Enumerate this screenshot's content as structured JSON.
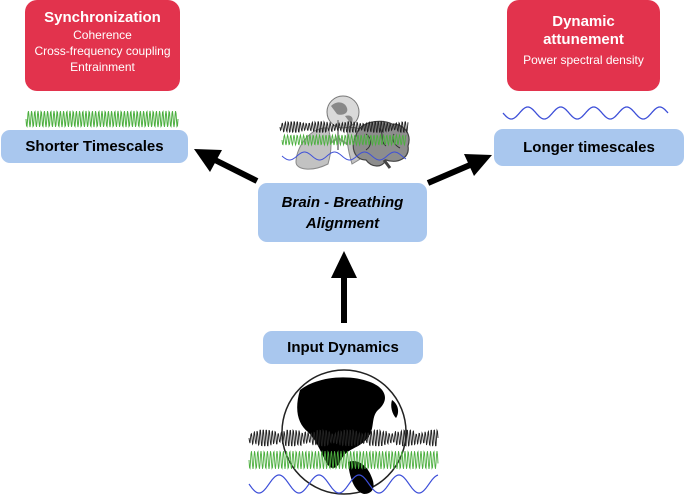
{
  "synchronization": {
    "title": "Synchronization",
    "items": [
      "Coherence",
      "Cross-frequency coupling",
      "Entrainment"
    ]
  },
  "dynamic_attunement": {
    "title_line1": "Dynamic",
    "title_line2": "attunement",
    "items": [
      "Power spectral density"
    ]
  },
  "nodes": {
    "shorter": "Shorter Timescales",
    "longer": "Longer timescales",
    "center_line1": "Brain - Breathing",
    "center_line2": "Alignment",
    "input": "Input Dynamics"
  },
  "icons": [
    "globe-icon",
    "lungs-icon",
    "brain-icon",
    "earth-globe-icon"
  ],
  "colors": {
    "red_box": "#e2334d",
    "blue_box": "#a9c7ee",
    "green_wave": "#4caf3f",
    "blue_wave": "#3d4fd8",
    "black_wave": "#222222"
  }
}
